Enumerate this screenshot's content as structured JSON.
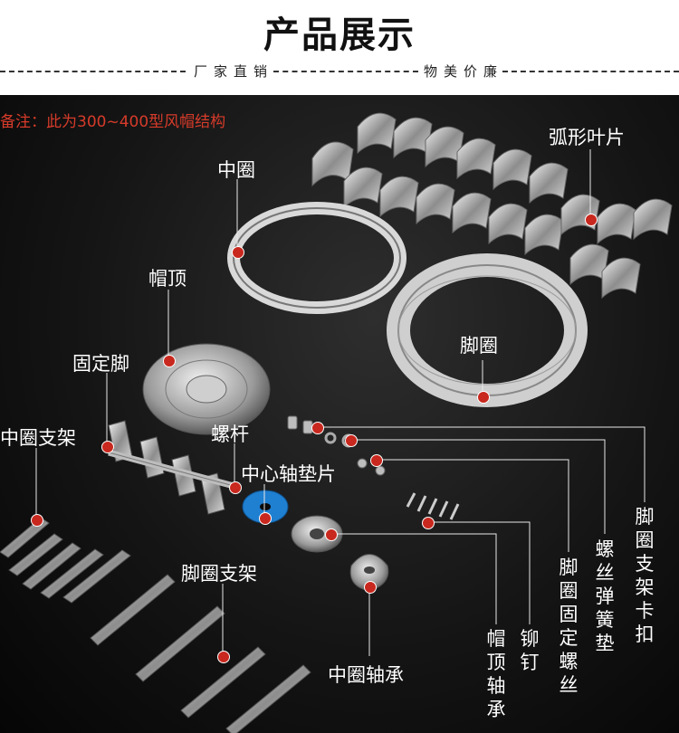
{
  "header": {
    "title": "产品展示",
    "tagline_left": "厂家直销",
    "tagline_right": "物美价廉"
  },
  "note": "备注：此为300~400型风帽结构",
  "labels": {
    "blade": "弧形叶片",
    "middle_ring": "中圈",
    "cap_top": "帽顶",
    "foot_ring": "脚圈",
    "fixed_foot": "固定脚",
    "middle_ring_bracket": "中圈支架",
    "screw_rod": "螺杆",
    "center_shaft_washer": "中心轴垫片",
    "foot_ring_bracket": "脚圈支架",
    "middle_ring_bearing": "中圈轴承",
    "cap_top_bearing": "帽顶轴承",
    "rivet": "铆钉",
    "foot_ring_fixing_screw": "脚圈固定螺丝",
    "screw_spring_washer": "螺丝弹簧垫",
    "foot_ring_bracket_clip": "脚圈支架卡扣"
  },
  "colors": {
    "accent_dot": "#c8281e",
    "note_text": "#d63b2a",
    "washer_blue": "#1f7fd0"
  }
}
